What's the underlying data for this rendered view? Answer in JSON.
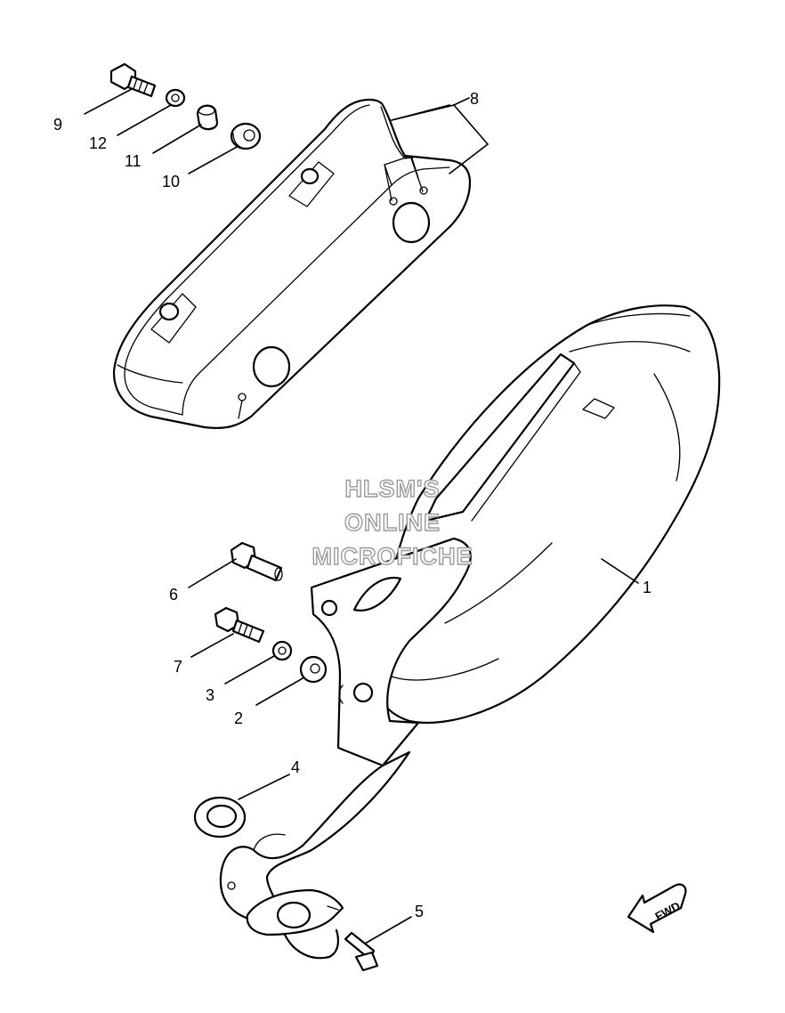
{
  "diagram": {
    "callouts": {
      "c1": "1",
      "c2": "2",
      "c3": "3",
      "c4": "4",
      "c5": "5",
      "c6": "6",
      "c7": "7",
      "c8": "8",
      "c9": "9",
      "c10": "10",
      "c11": "11",
      "c12": "12"
    },
    "watermark": {
      "line1": "HLSM'S",
      "line2": "ONLINE",
      "line3": "MICROFICHE"
    },
    "direction_arrow": "FWD"
  }
}
